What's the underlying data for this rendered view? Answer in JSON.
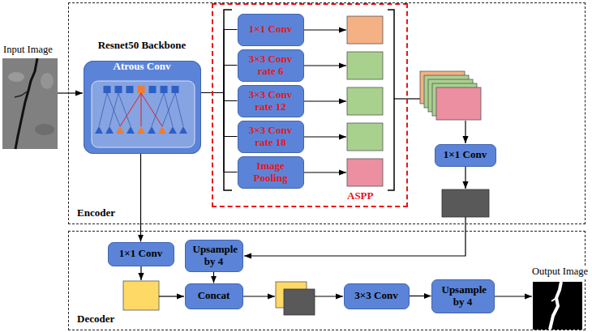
{
  "diagram": {
    "nodes": [
      {
        "text": [
          "Encoder"
        ]
      },
      {
        "text": [
          "Resnet50 Backbone",
          "Atrous Conv"
        ],
        "in": 0
      },
      {
        "text": [
          "ASPP"
        ],
        "in": 0
      },
      {
        "text": [
          "1×1 Conv"
        ],
        "in": 2
      },
      {
        "text": [
          "3×3 Conv rate 6"
        ],
        "in": 2
      },
      {
        "text": [
          "3×3 Conv rate 12"
        ],
        "in": 2
      },
      {
        "text": [
          "3×3 Conv rate 18"
        ],
        "in": 2
      },
      {
        "text": [
          "Image Pooling"
        ],
        "in": 2
      },
      {
        "text": [
          "1×1 Conv"
        ],
        "in": 0
      },
      {
        "text": [
          "Decoder"
        ]
      },
      {
        "text": [
          "1×1 Conv"
        ],
        "in": 9
      },
      {
        "text": [
          "Upsample by 4"
        ],
        "in": 9
      },
      {
        "text": [
          "Concat"
        ],
        "in": 9
      },
      {
        "text": [
          "3×3 Conv"
        ],
        "in": 9
      },
      {
        "text": [
          "Upsample by 4"
        ],
        "in": 9
      }
    ],
    "edges": [
      {
        "from": 1,
        "to": 3,
        "arrow": "none"
      },
      {
        "from": 1,
        "to": 4,
        "arrow": "none"
      },
      {
        "from": 1,
        "to": 5,
        "arrow": "none"
      },
      {
        "from": 1,
        "to": 6,
        "arrow": "none"
      },
      {
        "from": 1,
        "to": 7,
        "arrow": "none"
      },
      {
        "from": 1,
        "to": 10,
        "arrow": "to"
      },
      {
        "from": 11,
        "to": 12,
        "arrow": "to"
      },
      {
        "from": 13,
        "to": 14,
        "arrow": "to"
      }
    ],
    "labels": [
      "Input Image",
      "Output Image"
    ]
  }
}
